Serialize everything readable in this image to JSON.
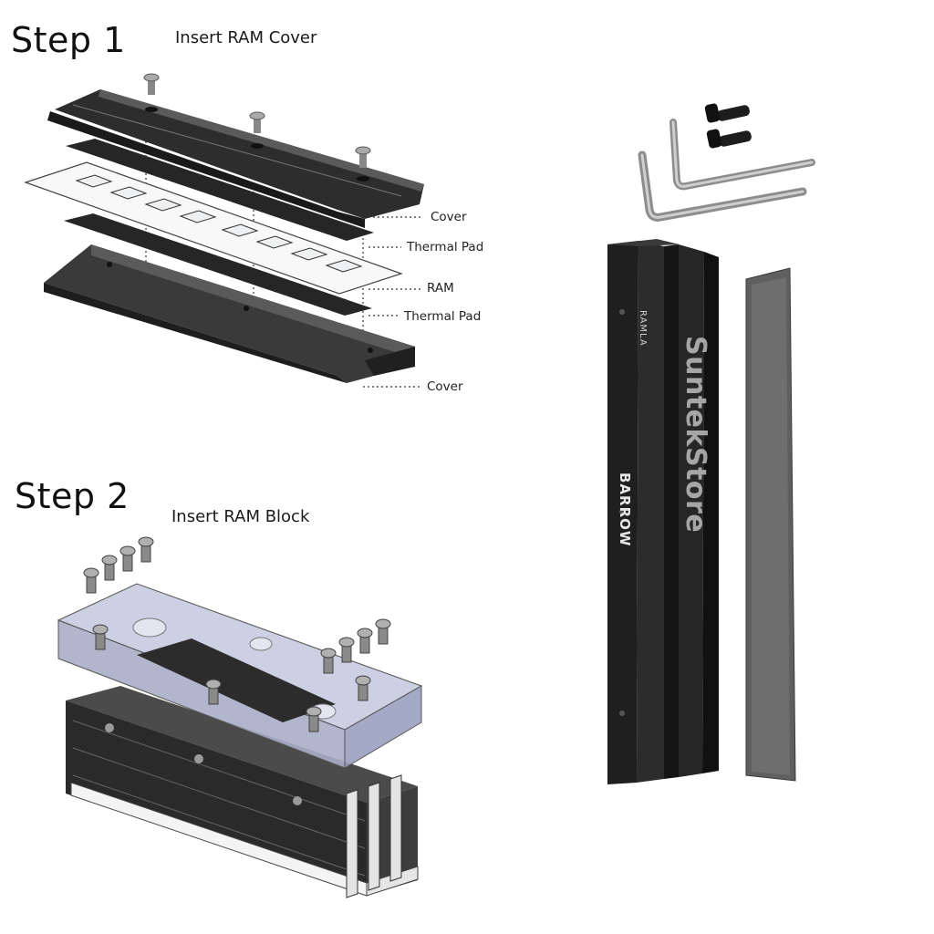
{
  "step1": {
    "title": "Step 1",
    "subtitle": "Insert RAM Cover",
    "callouts": [
      "Cover",
      "Thermal Pad",
      "RAM",
      "Thermal Pad",
      "Cover"
    ]
  },
  "step2": {
    "title": "Step 2",
    "subtitle": "Insert RAM Block"
  },
  "product": {
    "model_label": "RAMLA",
    "brand_label": "BARROW",
    "watermark": "SuntekStore"
  },
  "colors": {
    "metal_dark": "#2b2b2b",
    "metal_mid": "#4a4a4a",
    "pad_gray": "#6b6b6b",
    "acrylic": "#b9bfd6"
  }
}
